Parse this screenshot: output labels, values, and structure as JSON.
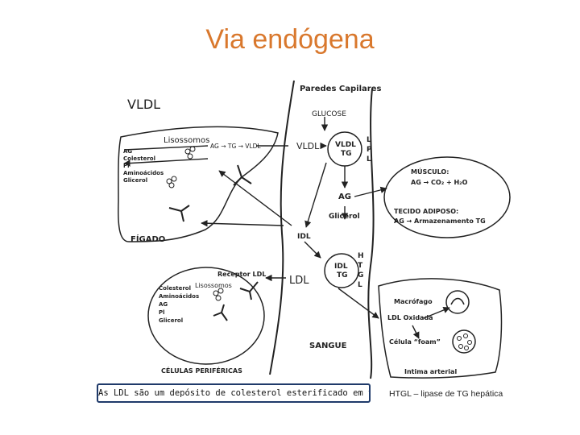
{
  "title": "Via endógena",
  "labels": {
    "paredes": "Paredes Capilares",
    "vldl_head": "VLDL",
    "glucose": "GLUCOSE",
    "lisossomos1": "Lisossomos",
    "flow1": "AG → TG → VLDL",
    "vldl_mid": "VLDL",
    "vldl_tg_1": "VLDL",
    "vldl_tg_2": "TG",
    "lpl": [
      "L",
      "P",
      "L"
    ],
    "ag_mid": "AG",
    "glicerol_mid": "Glicerol",
    "idl": "IDL",
    "idl_tg_1": "IDL",
    "idl_tg_2": "TG",
    "htgl_col": [
      "H",
      "T",
      "G",
      "L"
    ],
    "ldl": "LDL",
    "receptor": "Receptor LDL",
    "lisossomos2": "Lisossomos",
    "figado": "FÍGADO",
    "celulas": "CÉLULAS PERIFÉRICAS",
    "sangue": "SANGUE",
    "musculo": "MÚSCULO:",
    "musculo_eq": "AG → CO₂ + H₂O",
    "tecido": "TECIDO ADIPOSO:",
    "tecido_eq": "AG → Armazenamento TG",
    "macrofago": "Macrófago",
    "ldl_oxidada": "LDL Oxidada",
    "celula_foam": "Célula “foam”",
    "intima": "Intima arterial"
  },
  "liver_list": [
    "AG",
    "Colesterol",
    "Pl",
    "Aminoácidos",
    "Glicerol"
  ],
  "cell_list": [
    "Colesterol",
    "Aminoácidos",
    "AG",
    "Pl",
    "Glicerol"
  ],
  "caption": "As LDL são um depósito de colesterol esterificado em trânsito",
  "note": "HTGL – lipase de TG hepática"
}
